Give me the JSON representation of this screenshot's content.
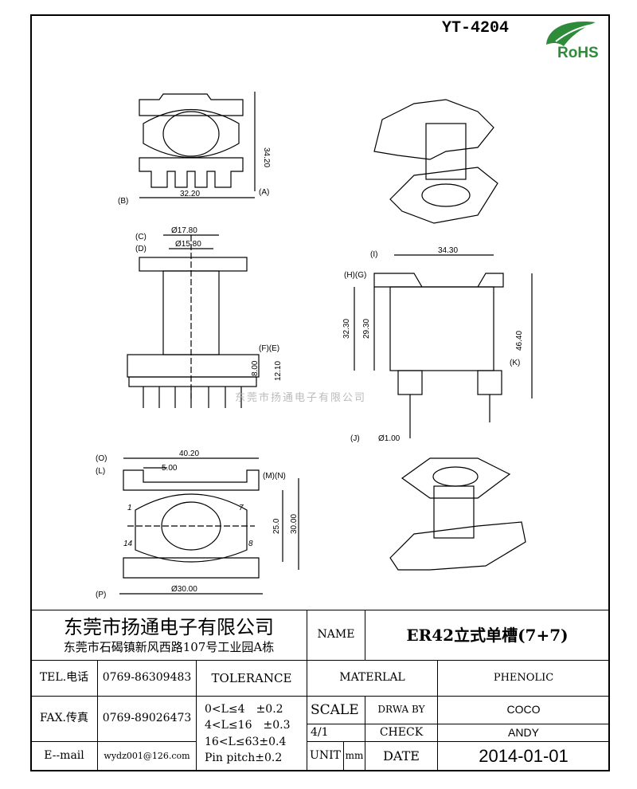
{
  "header": {
    "model": "YT-4204",
    "logo_text": "RoHS",
    "logo_color": "#2e8b3a"
  },
  "watermark": "东莞市扬通电子有限公司",
  "dims": {
    "A": "(A)",
    "B": "(B)",
    "v34_20": "34.20",
    "h32_20": "32.20",
    "C": "(C)",
    "D": "(D)",
    "d17_80": "Ø17.80",
    "d15_80": "Ø15.80",
    "FE": "(F)(E)",
    "v8_00": "8.00",
    "v12_10": "12.10",
    "I": "(I)",
    "HG": "(H)(G)",
    "h34_30": "34.30",
    "v32_30": "32.30",
    "v29_30": "29.30",
    "v46_40": "46.40",
    "K": "(K)",
    "J": "(J)",
    "d1_00": "Ø1.00",
    "O": "(O)",
    "L": "(L)",
    "MN": "(M)(N)",
    "h40_20": "40.20",
    "h5_00": "5.00",
    "v25_0": "25.0",
    "v30_00": "30.00",
    "P": "(P)",
    "d30_00": "Ø30.00",
    "pin1": "1",
    "pin7": "7",
    "pin14": "14",
    "pin8": "8"
  },
  "title_block": {
    "company": "东莞市扬通电子有限公司",
    "address": "东莞市石碣镇新风西路107号工业园A栋",
    "name_label": "NAME",
    "name_value": "ER42立式单槽(7+7)",
    "tel_label": "TEL.电话",
    "tel": "0769-86309483",
    "fax_label": "FAX.传真",
    "fax": "0769-89026473",
    "email_label": "E--mail",
    "email": "wydz001@126.com",
    "tolerance_label": "TOLERANCE",
    "tolerances": [
      "0<L≤4　±0.2",
      "4<L≤16　±0.3",
      "16<L≤63±0.4",
      "Pin pitch±0.2"
    ],
    "material_label": "MATERLAL",
    "material": "PHENOLIC",
    "scale_label": "SCALE",
    "scale": "4/1",
    "drawn_label": "DRWA BY",
    "drawn": "COCO",
    "check_label": "CHECK",
    "check": "ANDY",
    "unit_label": "UNIT",
    "unit": "mm",
    "date_label": "DATE",
    "date": "2014-01-01"
  }
}
